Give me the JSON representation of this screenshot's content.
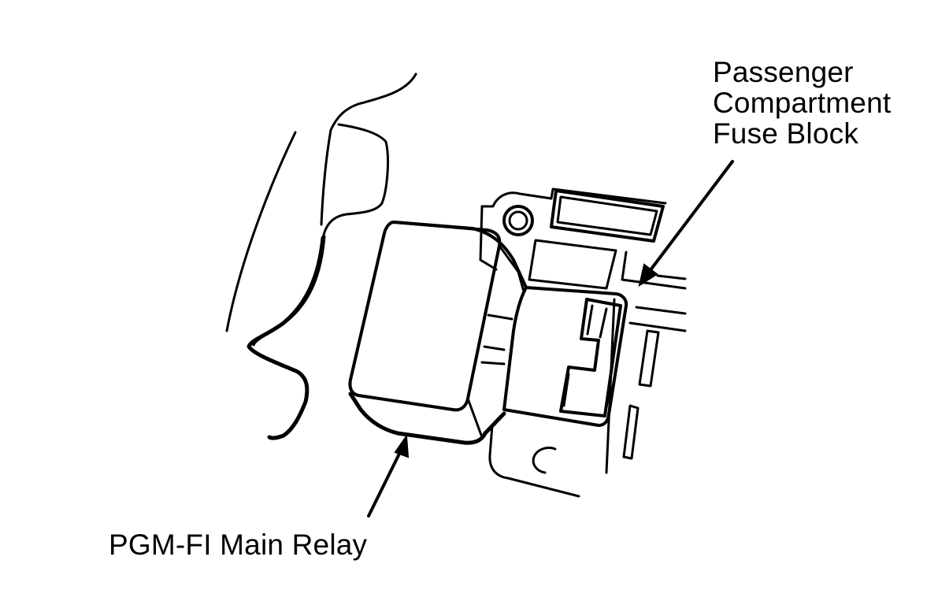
{
  "labels": {
    "fuse_block_line1": "Passenger",
    "fuse_block_line2": "Compartment",
    "fuse_block_line3": "Fuse Block",
    "main_relay": "PGM-FI Main Relay"
  },
  "colors": {
    "ink": "#000000",
    "paper": "#ffffff"
  }
}
